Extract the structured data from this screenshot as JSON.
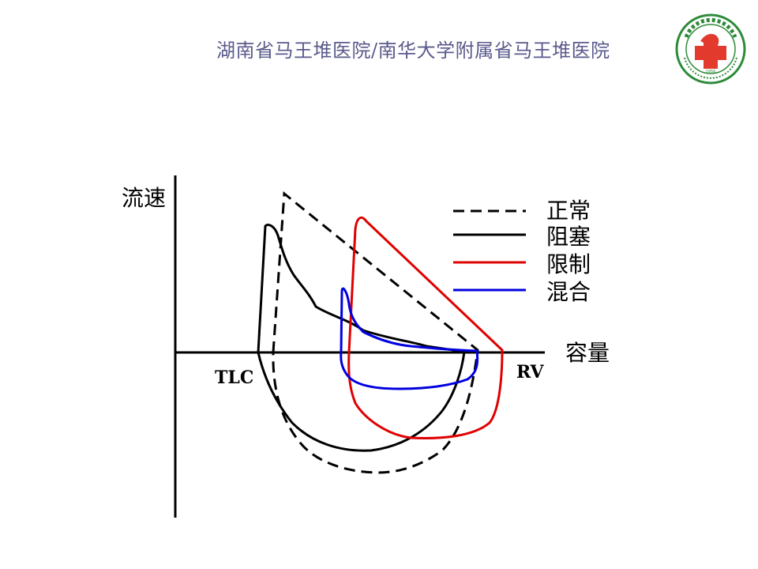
{
  "header": {
    "title": "湖南省马王堆医院/南华大学附属省马王堆医院"
  },
  "logo": {
    "icon": "hospital-cross-logo",
    "ring_text": "湖南省马王堆医院",
    "year": "1956",
    "colors": {
      "ring": "#2e8b3a",
      "cross": "#e23b2e"
    }
  },
  "diagram": {
    "y_axis_label": "流速",
    "x_axis_label": "容量",
    "tlc_label": "TLC",
    "rv_label": "RV",
    "legend": [
      {
        "label": "正常",
        "color": "#000000",
        "style": "dashed"
      },
      {
        "label": "阻塞",
        "color": "#000000",
        "style": "solid"
      },
      {
        "label": "限制",
        "color": "#e00000",
        "style": "solid"
      },
      {
        "label": "混合",
        "color": "#0000e0",
        "style": "solid"
      }
    ]
  }
}
